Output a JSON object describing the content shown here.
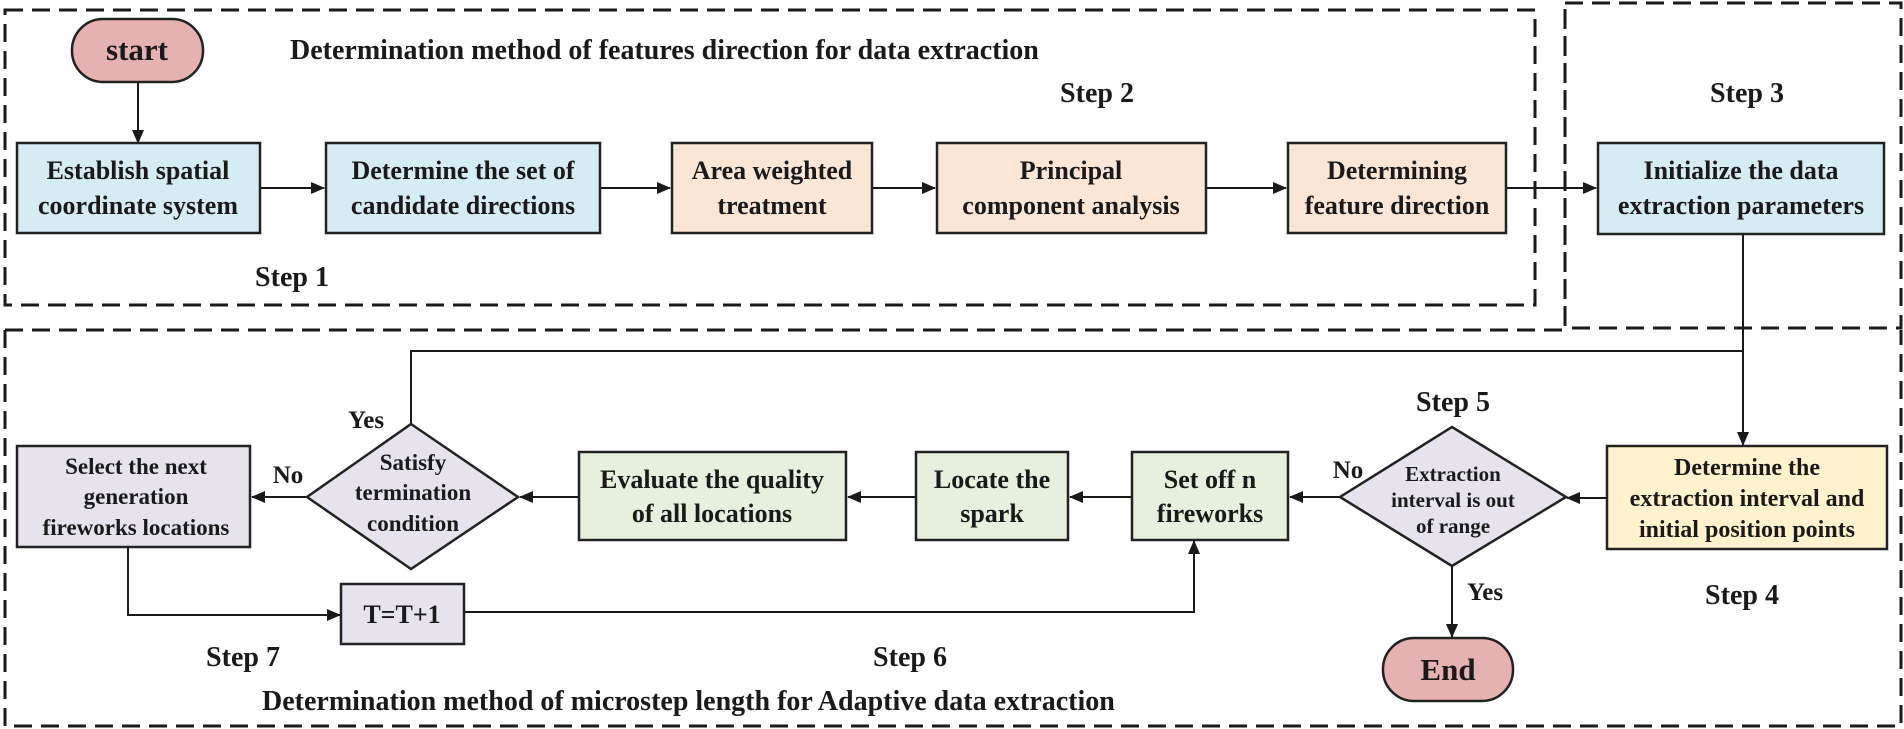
{
  "colors": {
    "terminal": "#e6b1b1",
    "blue": "#d6ecf3",
    "peach": "#fbe6d6",
    "yellow": "#fff2cc",
    "green": "#e6f0dc",
    "lavender": "#e6e3ed"
  },
  "regions": {
    "top_title": "Determination method of  features direction for data extraction",
    "bottom_title": "Determination method of microstep length for Adaptive data extraction"
  },
  "nodes": {
    "start": "start",
    "establish_l1": "Establish spatial",
    "establish_l2": "coordinate system",
    "candidates_l1": "Determine the set of",
    "candidates_l2": "candidate directions",
    "area_l1": "Area weighted",
    "area_l2": "treatment",
    "pca_l1": "Principal",
    "pca_l2": "component analysis",
    "feature_l1": "Determining",
    "feature_l2": "feature direction",
    "init_l1": "Initialize the data",
    "init_l2": "extraction parameters",
    "interval_l1": "Determine the",
    "interval_l2": "extraction interval and",
    "interval_l3": "initial position points",
    "range_l1": "Extraction",
    "range_l2": "interval is out",
    "range_l3": "of range",
    "end": "End",
    "fireworks_l1": "Set off n",
    "fireworks_l2": "fireworks",
    "spark_l1": "Locate the",
    "spark_l2": "spark",
    "quality_l1": "Evaluate the quality",
    "quality_l2": "of all locations",
    "term_l1": "Satisfy",
    "term_l2": "termination",
    "term_l3": "condition",
    "select_l1": "Select the next",
    "select_l2": "generation",
    "select_l3": "fireworks locations",
    "counter": "T=T+1"
  },
  "steps": {
    "s1": "Step 1",
    "s2": "Step 2",
    "s3": "Step 3",
    "s4": "Step 4",
    "s5": "Step 5",
    "s6": "Step 6",
    "s7": "Step 7"
  },
  "edge_labels": {
    "range_no": "No",
    "range_yes": "Yes",
    "term_no": "No",
    "term_yes": "Yes"
  }
}
